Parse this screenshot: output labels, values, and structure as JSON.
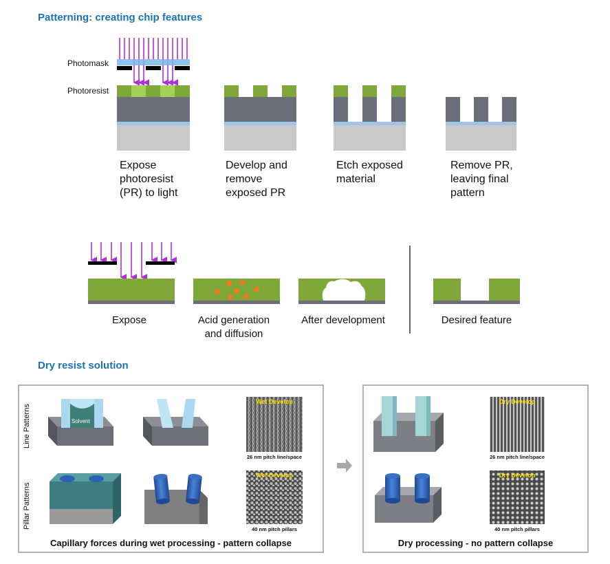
{
  "titles": {
    "patterning": "Patterning: creating chip features",
    "dry_resist": "Dry resist solution"
  },
  "layer_labels": {
    "photomask": "Photomask",
    "photoresist": "Photoresist"
  },
  "process_steps": [
    {
      "lines": [
        "Expose",
        "photoresist",
        "(PR) to light"
      ]
    },
    {
      "lines": [
        "Develop and",
        "remove",
        "exposed PR"
      ]
    },
    {
      "lines": [
        "Etch exposed",
        "material"
      ]
    },
    {
      "lines": [
        "Remove PR,",
        "leaving final",
        "pattern"
      ]
    }
  ],
  "mechanism_steps": [
    {
      "lines": [
        "Expose"
      ]
    },
    {
      "lines": [
        "Acid generation",
        "and diffusion"
      ]
    },
    {
      "lines": [
        "After development"
      ]
    },
    {
      "lines": [
        "Desired feature"
      ]
    }
  ],
  "comparison": {
    "row_labels": [
      "Line Patterns",
      "Pillar Patterns"
    ],
    "solvent_label": "Solvent",
    "wet_label": "Wet Develop",
    "dry_label": "Dry Develop",
    "line_caption": "26 nm pitch line/space",
    "pillar_caption": "40 nm pitch pillars",
    "wet_box_caption": "Capillary forces during wet processing - pattern collapse",
    "dry_box_caption": "Dry processing - no pattern collapse"
  },
  "colors": {
    "title": "#1a73b5",
    "resist_green": "#7ea83a",
    "exposed_green": "#a6cf58",
    "material_gray": "#6c6f7a",
    "etch_stop_blue": "#9ec5e6",
    "substrate_gray": "#c9c9c9",
    "light_purple": "#b030d8",
    "acid_orange": "#ee7a22",
    "pillar_blue": "#2f62b4"
  }
}
